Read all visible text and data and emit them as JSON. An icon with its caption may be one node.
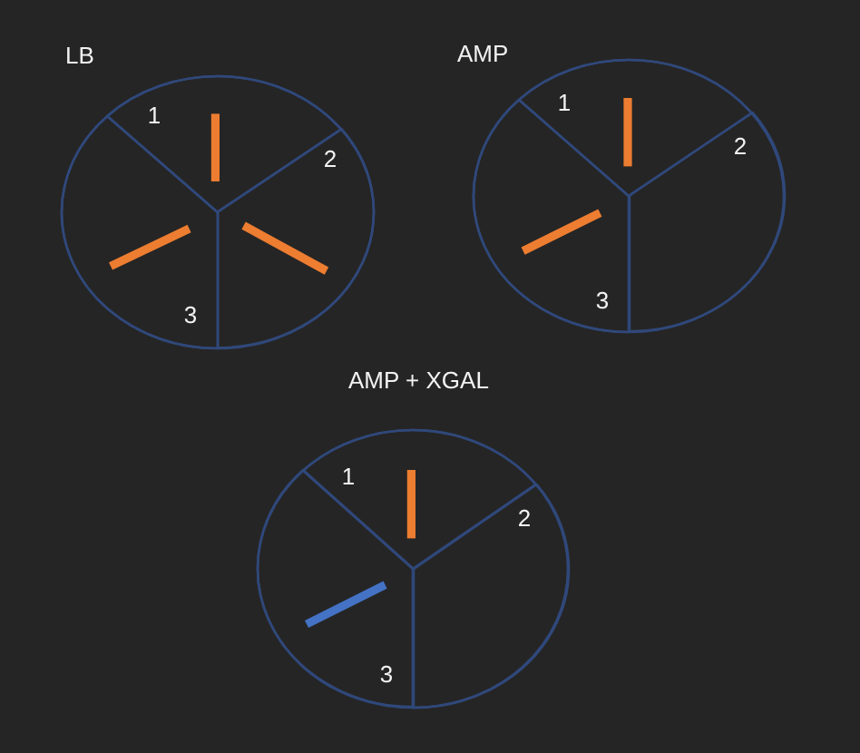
{
  "diagram": {
    "nodes": [
      {
        "text": [
          "LB"
        ]
      },
      {
        "text": [
          "1"
        ],
        "in": 0
      },
      {
        "text": [
          "2"
        ],
        "in": 0
      },
      {
        "text": [
          "3"
        ],
        "in": 0
      },
      {
        "text": [
          "AMP"
        ]
      },
      {
        "text": [
          "1"
        ],
        "in": 4
      },
      {
        "text": [
          "2"
        ],
        "in": 4
      },
      {
        "text": [
          "3"
        ],
        "in": 4
      },
      {
        "text": [
          "AMP + XGAL"
        ]
      },
      {
        "text": [
          "1"
        ],
        "in": 8
      },
      {
        "text": [
          "2"
        ],
        "in": 8
      },
      {
        "text": [
          "3"
        ],
        "in": 8
      }
    ]
  }
}
